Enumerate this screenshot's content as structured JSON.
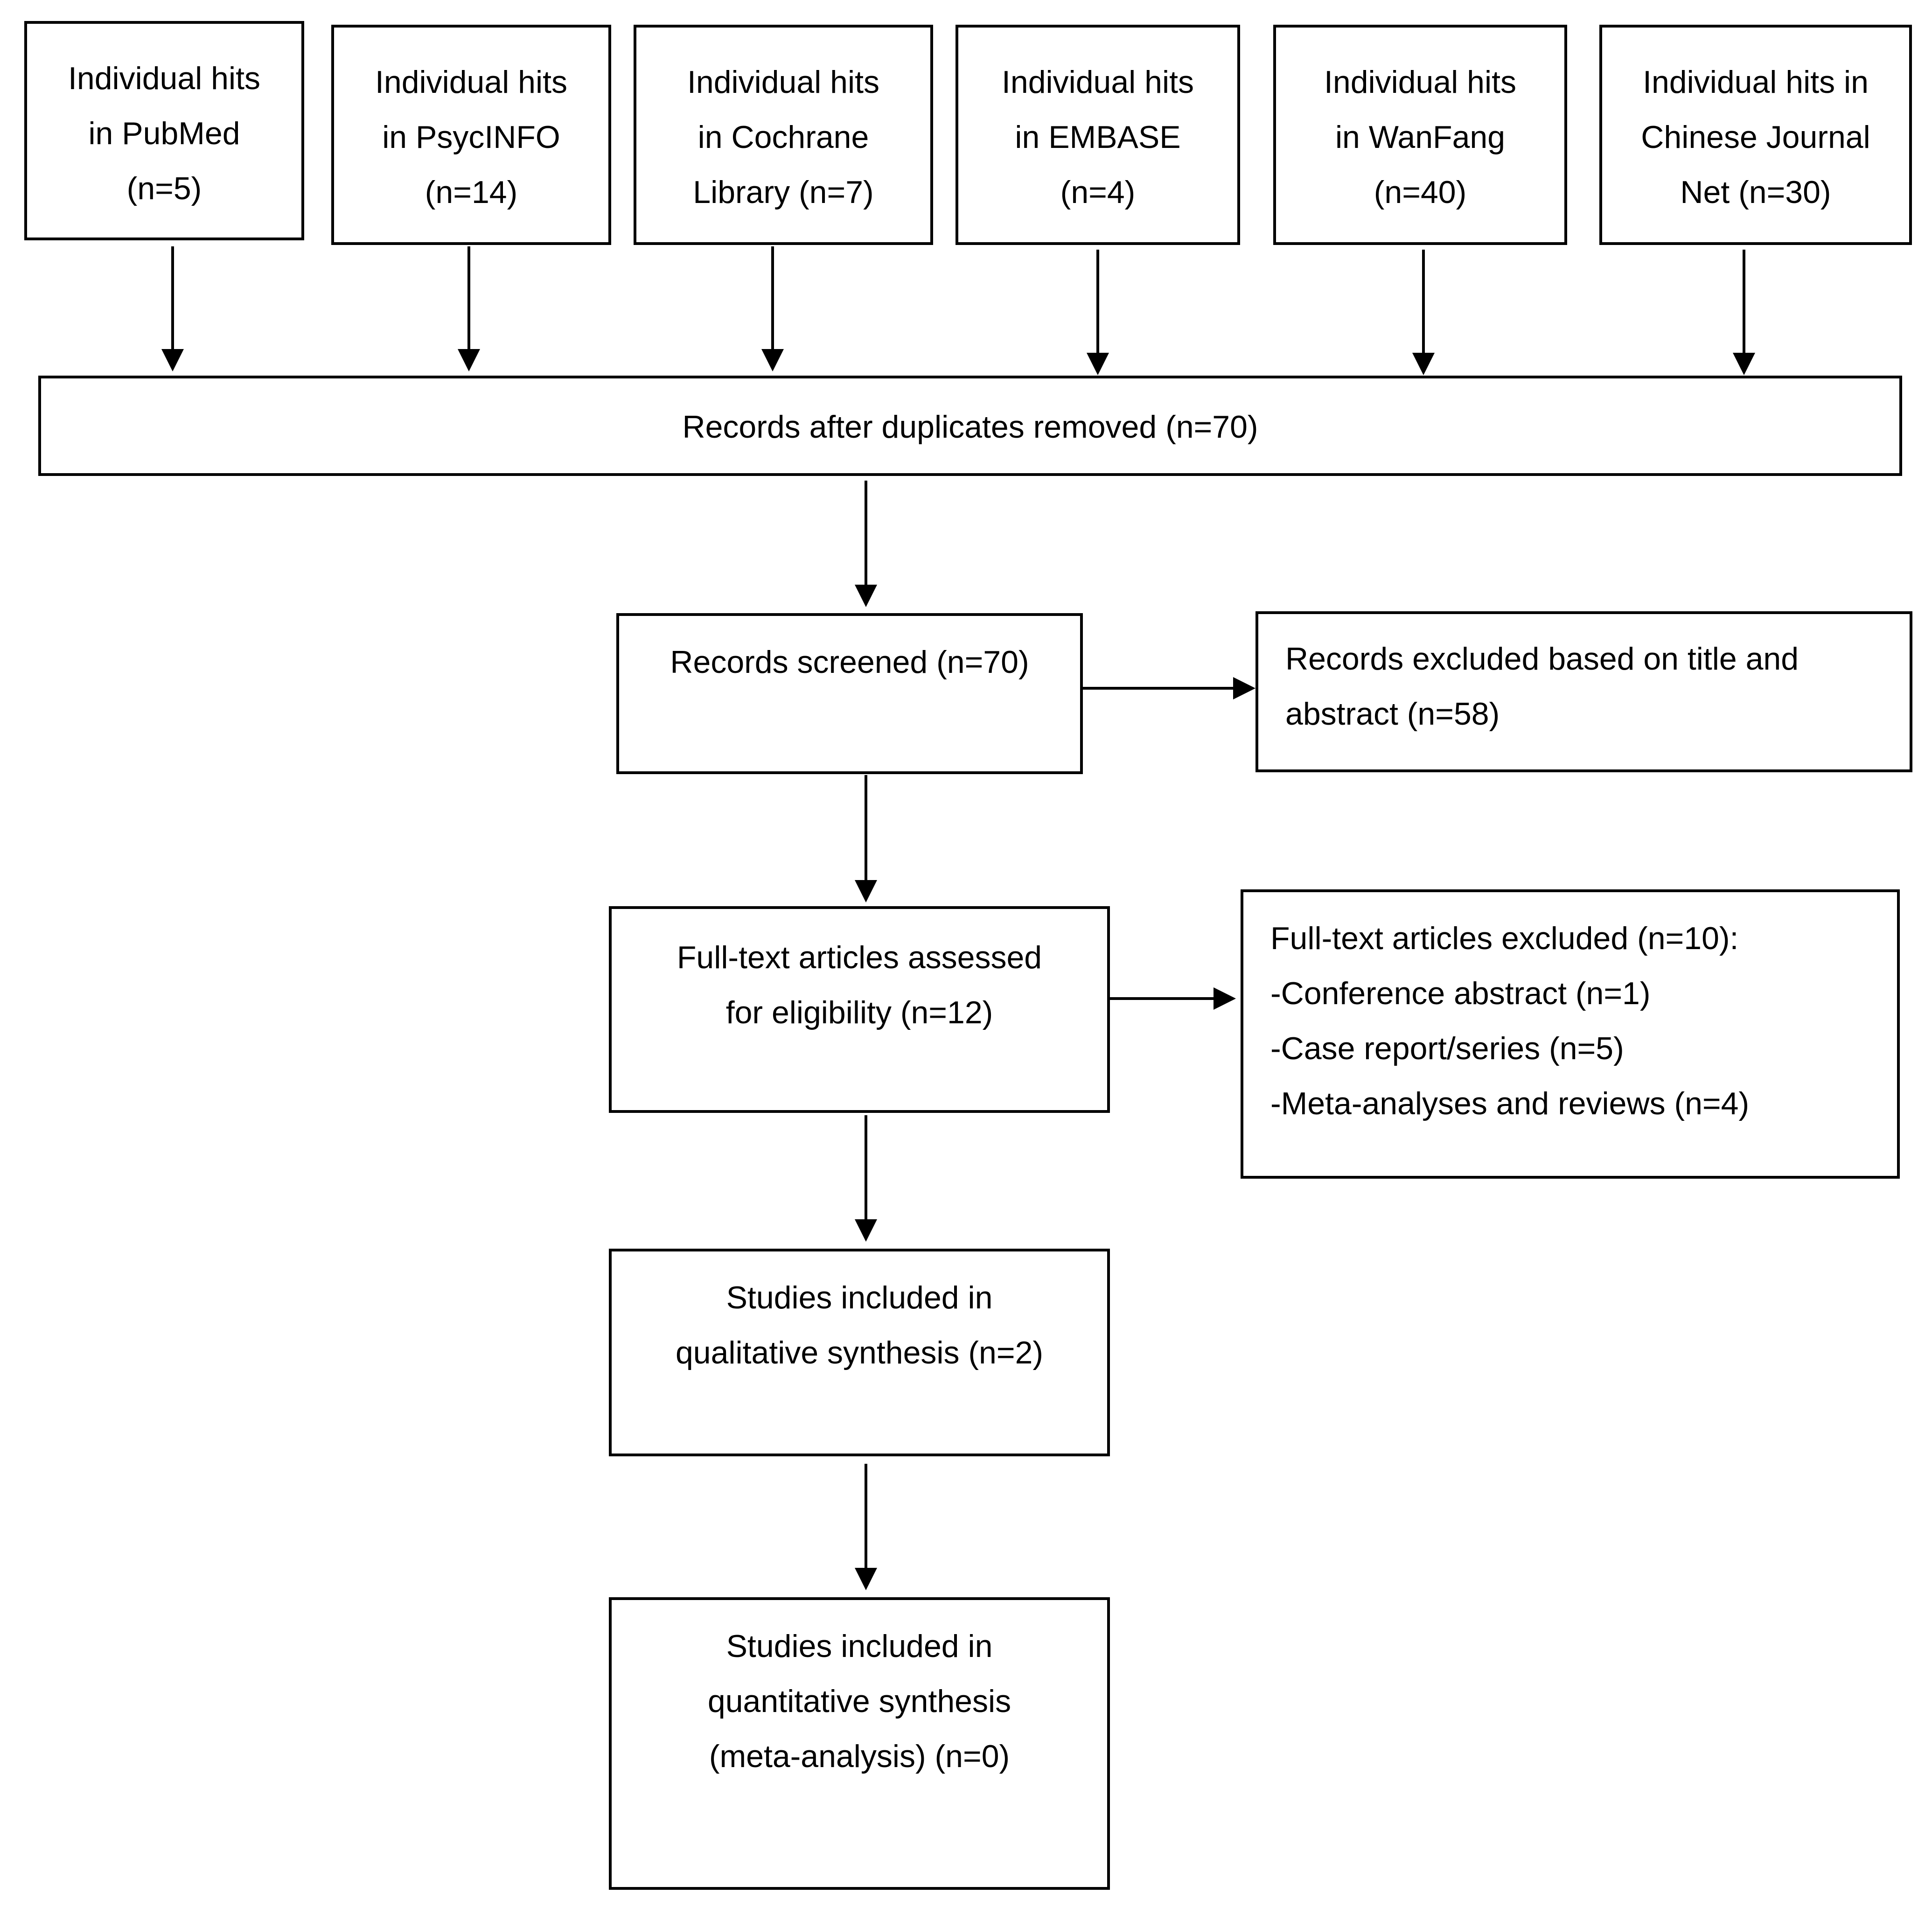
{
  "sources": [
    {
      "lines": [
        "Individual hits",
        "in PubMed",
        "(n=5)"
      ]
    },
    {
      "lines": [
        "Individual hits",
        "in PsycINFO",
        "(n=14)"
      ]
    },
    {
      "lines": [
        "Individual hits",
        "in Cochrane",
        "Library (n=7)"
      ]
    },
    {
      "lines": [
        "Individual hits",
        "in EMBASE",
        "(n=4)"
      ]
    },
    {
      "lines": [
        "Individual hits",
        "in WanFang",
        "(n=40)"
      ]
    },
    {
      "lines": [
        "Individual hits in",
        "Chinese Journal",
        "Net (n=30)"
      ]
    }
  ],
  "dedup": {
    "text": "Records after duplicates removed (n=70)"
  },
  "screened": {
    "text": "Records screened (n=70)"
  },
  "excluded_title": {
    "lines": [
      "Records excluded based on title and",
      "abstract (n=58)"
    ]
  },
  "fulltext": {
    "lines": [
      "Full-text articles assessed",
      "for eligibility (n=12)"
    ]
  },
  "fulltext_excluded": {
    "lines": [
      "Full-text articles excluded (n=10):",
      "-Conference abstract (n=1)",
      "-Case report/series (n=5)",
      "-Meta-analyses and reviews (n=4)"
    ]
  },
  "qualitative": {
    "lines": [
      "Studies included in",
      "qualitative synthesis (n=2)"
    ]
  },
  "quantitative": {
    "lines": [
      "Studies included in",
      "quantitative synthesis",
      "(meta-analysis) (n=0)"
    ]
  }
}
